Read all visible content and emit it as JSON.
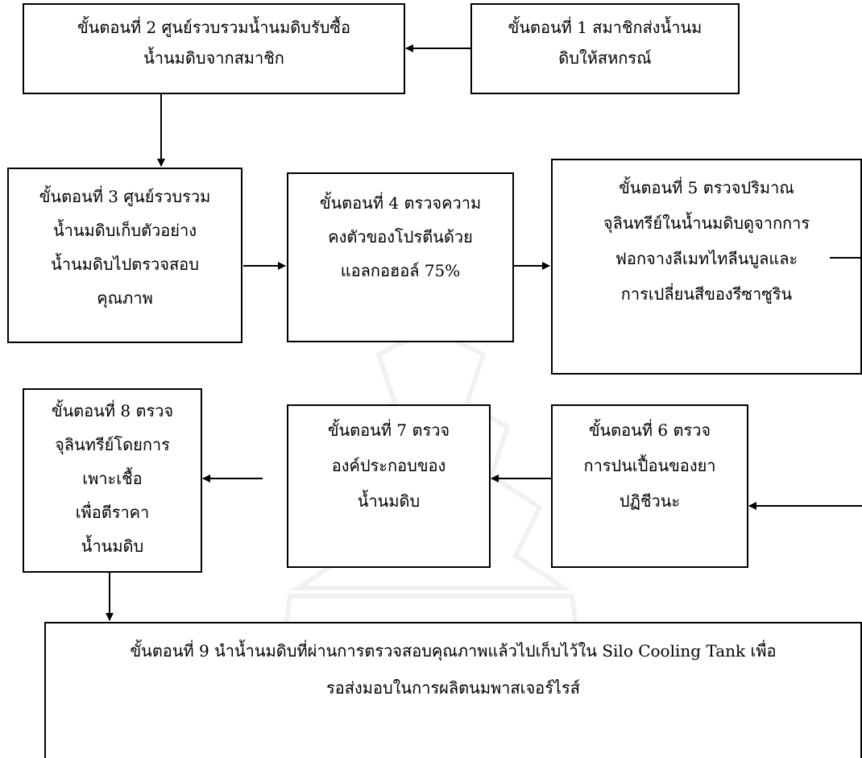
{
  "steps": [
    {
      "id": "step1",
      "lines": [
        "ขั้นตอนที่ 1 สมาชิกส่งน้ำนม",
        "ดิบให้สหกรณ์"
      ]
    },
    {
      "id": "step2",
      "lines": [
        "ขั้นตอนที่ 2 ศูนย์รวบรวมน้ำนมดิบรับซื้อ",
        "น้ำนมดิบจากสมาชิก"
      ]
    },
    {
      "id": "step3",
      "lines": [
        "ขั้นตอนที่ 3 ศูนย์รวบรวม",
        "น้ำนมดิบเก็บตัวอย่าง",
        "น้ำนมดิบไปตรวจสอบ",
        "คุณภาพ"
      ]
    },
    {
      "id": "step4",
      "lines": [
        "ขั้นตอนที่ 4 ตรวจความ",
        "คงตัวของโปรตีนด้วย",
        "แอลกอฮอล์ 75%"
      ]
    },
    {
      "id": "step5",
      "lines": [
        "ขั้นตอนที่ 5 ตรวจปริมาณ",
        "จุลินทรีย์ในน้ำนมดิบดูจากการ",
        "ฟอกจางลีเมทไทลีนบูลและ",
        "การเปลี่ยนสีของรีซาซูริน"
      ]
    },
    {
      "id": "step6",
      "lines": [
        "ขั้นตอนที่ 6 ตรวจ",
        "การปนเปื้อนของยา",
        "ปฏิชีวนะ"
      ]
    },
    {
      "id": "step7",
      "lines": [
        "ขั้นตอนที่ 7 ตรวจ",
        "องค์ประกอบของ",
        "น้ำนมดิบ"
      ]
    },
    {
      "id": "step8",
      "lines": [
        "ขั้นตอนที่ 8 ตรวจ",
        "จุลินทรีย์โดยการ",
        "เพาะเชื้อ",
        "เพื่อตีราคา",
        "น้ำนมดิบ"
      ]
    },
    {
      "id": "step9",
      "lines": [
        "ขั้นตอนที่ 9 นำน้ำนมดิบที่ผ่านการตรวจสอบคุณภาพแล้วไปเก็บไว้ใน Silo Cooling Tank เพื่อ",
        "รอส่งมอบในการผลิตนมพาสเจอร์ไรส์"
      ]
    }
  ]
}
